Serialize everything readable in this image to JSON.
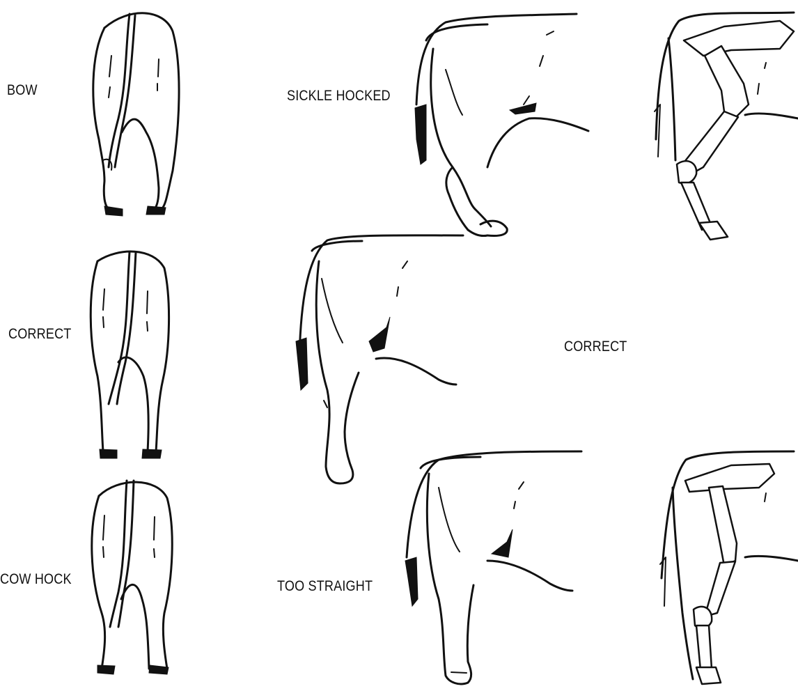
{
  "labels": {
    "rear_bow": "BOW",
    "rear_correct": "CORRECT",
    "rear_cow_hock": "COW HOCK",
    "side_sickle_hocked": "SICKLE HOCKED",
    "side_correct": "CORRECT",
    "side_too_straight": "TOO STRAIGHT"
  },
  "colors": {
    "line": "#111111",
    "background": "#ffffff"
  }
}
